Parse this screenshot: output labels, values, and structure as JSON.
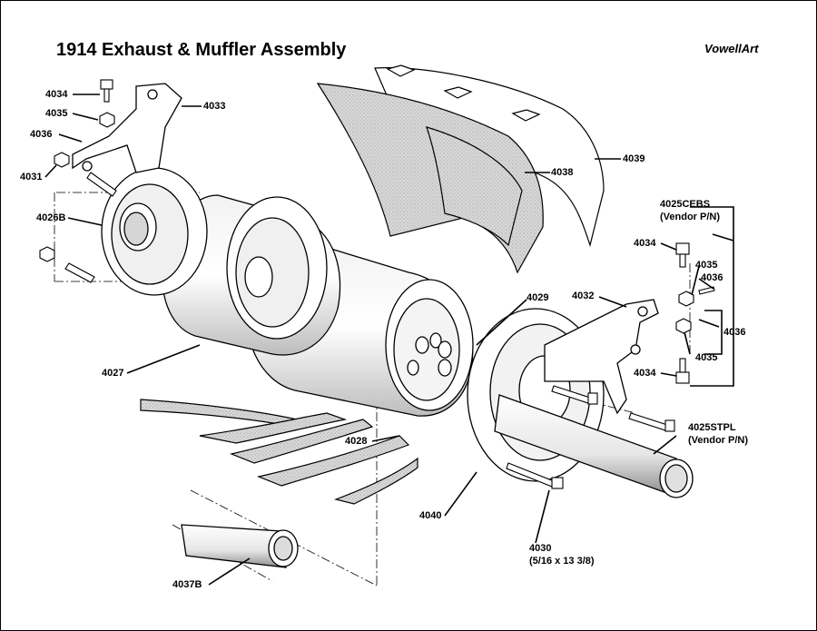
{
  "title": "1914 Exhaust & Muffler Assembly",
  "credit": "VowellArt",
  "parts": {
    "p4034a": "4034",
    "p4035a": "4035",
    "p4036a": "4036",
    "p4031": "4031",
    "p4026b": "4026B",
    "p4033": "4033",
    "p4038": "4038",
    "p4039": "4039",
    "p4027": "4027",
    "p4028": "4028",
    "p4029": "4029",
    "p4032": "4032",
    "p4025cebs": "4025CEBS",
    "p4025cebs_sub": "(Vendor P/N)",
    "p4034b": "4034",
    "p4035b": "4035",
    "p4036b": "4036",
    "p4036c": "4036",
    "p4035c": "4035",
    "p4034c": "4034",
    "p4025stpl": "4025STPL",
    "p4025stpl_sub": "(Vendor P/N)",
    "p4040": "4040",
    "p4030": "4030",
    "p4030_sub": "(5/16 x 13 3/8)",
    "p4037b": "4037B"
  }
}
